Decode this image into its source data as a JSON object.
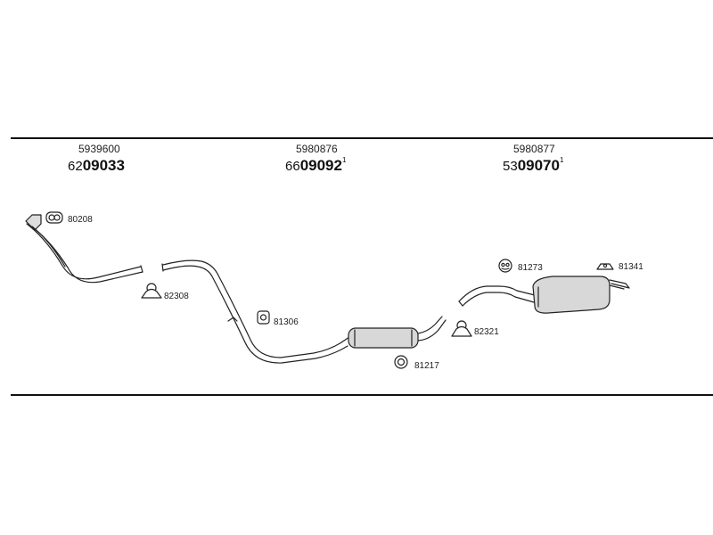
{
  "groups": [
    {
      "ref": "5939600",
      "prefix": "62",
      "main": "09033",
      "suffix": ""
    },
    {
      "ref": "5980876",
      "prefix": "66",
      "main": "09092",
      "suffix": "1"
    },
    {
      "ref": "5980877",
      "prefix": "53",
      "main": "09070",
      "suffix": "1"
    }
  ],
  "parts": [
    {
      "label": "80208"
    },
    {
      "label": "82308"
    },
    {
      "label": "81306"
    },
    {
      "label": "81217"
    },
    {
      "label": "82321"
    },
    {
      "label": "81273"
    },
    {
      "label": "81341"
    }
  ]
}
